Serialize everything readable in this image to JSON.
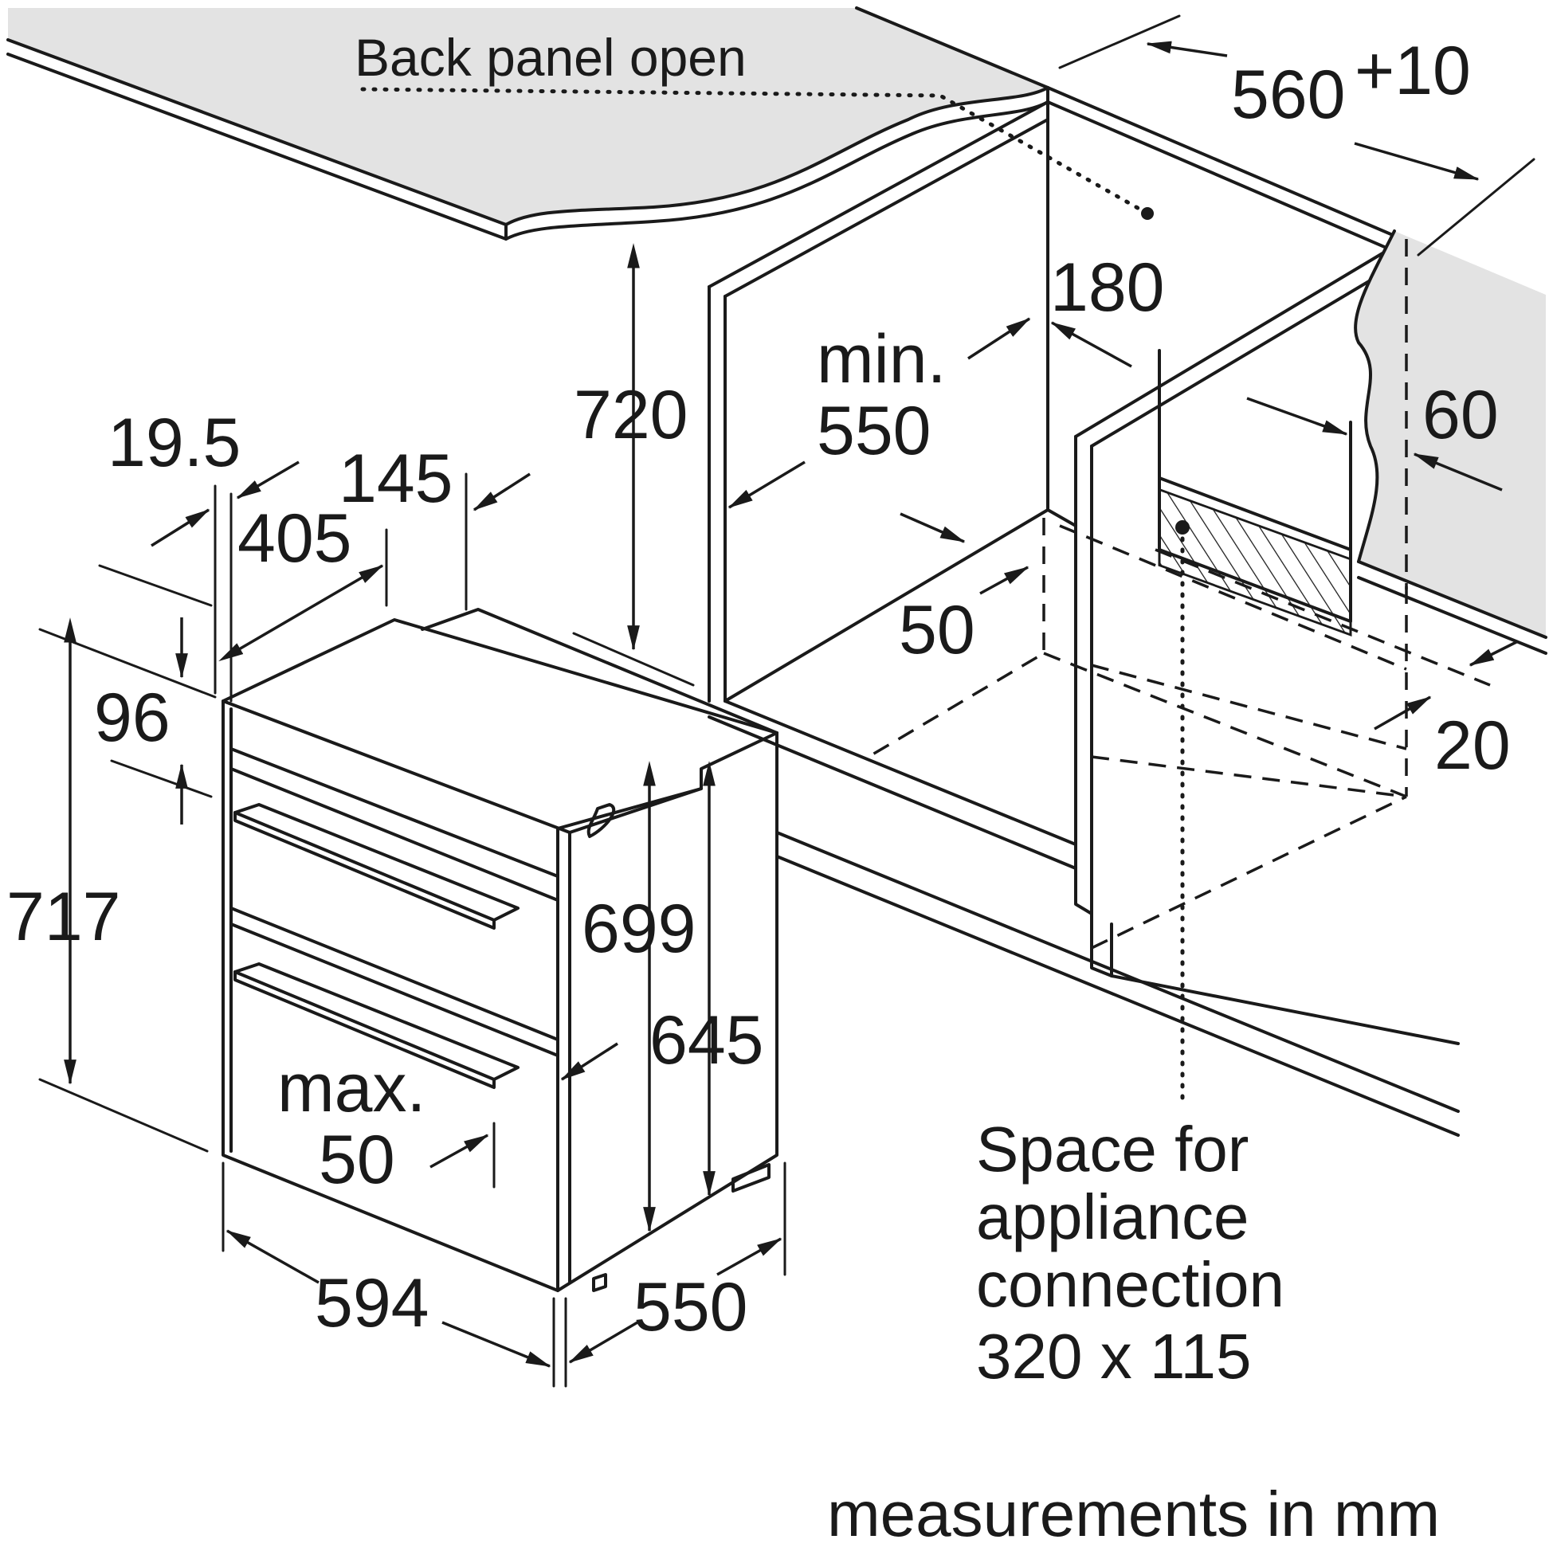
{
  "diagram": {
    "labels": {
      "back_panel": "Back panel open",
      "width_opening": "560",
      "width_tolerance": "+10",
      "opening_height": "720",
      "min_label": "min.",
      "min_depth": "550",
      "side_180": "180",
      "gap_60": "60",
      "gap_50": "50",
      "gap_20": "20",
      "trim_19_5": "19.5",
      "offset_145": "145",
      "offset_405": "405",
      "panel_96": "96",
      "total_height": "717",
      "body_699": "699",
      "body_645": "645",
      "max_label": "max.",
      "max_depth": "50",
      "front_width": "594",
      "body_depth": "550",
      "connection_line1": "Space for",
      "connection_line2": "appliance",
      "connection_line3": "connection",
      "connection_line4": "320 x 115",
      "units": "measurements in mm"
    }
  }
}
